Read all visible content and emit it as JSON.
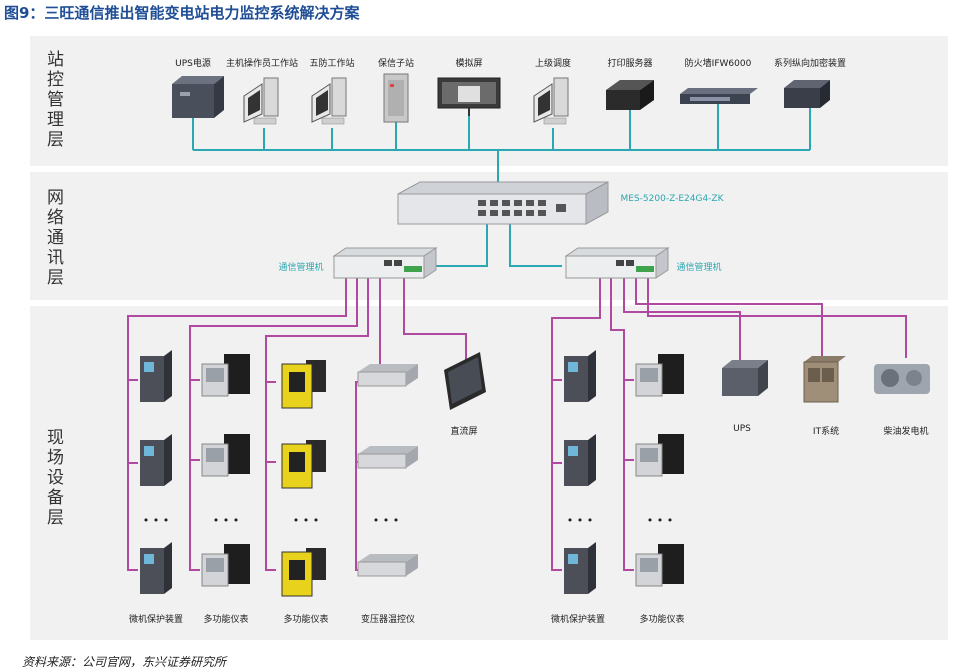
{
  "title": "图9：三旺通信推出智能变电站电力监控系统解决方案",
  "source": "资料来源：公司官网，东兴证券研究所",
  "layers": {
    "station": "站控管理层",
    "network": "网络通讯层",
    "field": "现场设备层"
  },
  "station_devices": [
    "UPS电源",
    "主机操作员工作站",
    "五防工作站",
    "保信子站",
    "模拟屏",
    "上级调度",
    "打印服务器",
    "防火墙IFW6000",
    "系列纵向加密装置"
  ],
  "switch_label": "MES-5200-Z-E24G4-ZK",
  "comm_manager_label": "通信管理机",
  "left_field": {
    "col1": "微机保护装置",
    "col2": "多功能仪表",
    "col3": "多功能仪表",
    "col4": "变压器温控仪",
    "col5": "直流屏"
  },
  "right_field": {
    "col1": "微机保护装置",
    "col2": "多功能仪表",
    "ups": "UPS",
    "it": "IT系统",
    "generator": "柴油发电机"
  },
  "ellipsis": "• • •",
  "colors": {
    "title": "#1f4e96",
    "line_network": "#2aa7b0",
    "line_field": "#b04aa0",
    "band": "#f1f1f1"
  }
}
